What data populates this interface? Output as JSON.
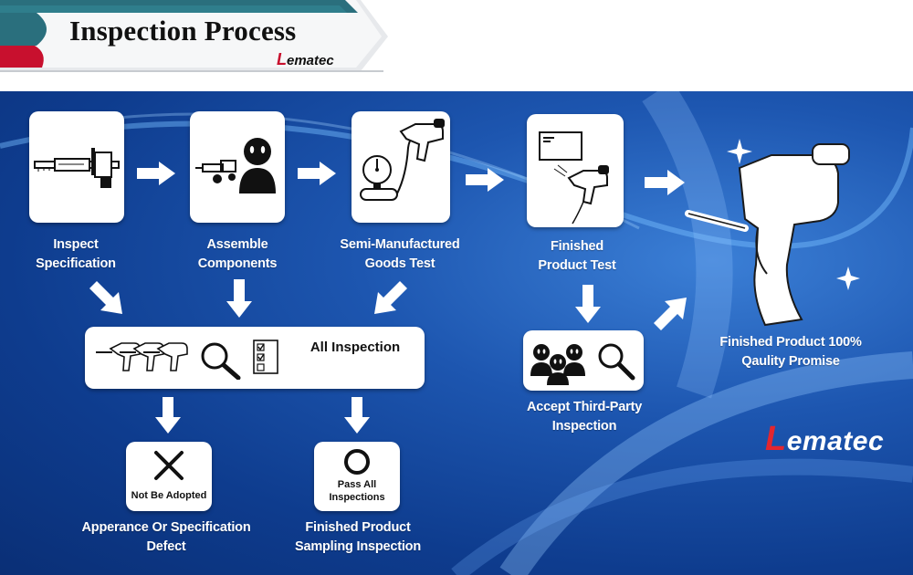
{
  "header": {
    "title": "Inspection Process",
    "brand": "Lematec"
  },
  "steps": {
    "inspect_spec": "Inspect Specification",
    "assemble": "Assemble Components",
    "semi_test": "Semi-Manufactured Goods Test",
    "finished_test": "Finished Product Test",
    "third_party": "Accept Third-Party Inspection",
    "promise": "Finished Product 100% Qaulity Promise",
    "all_inspection": "All Inspection",
    "rejected_card": "Not Be Adopted",
    "passed_card": "Pass All Inspections",
    "defect": "Apperance Or Specification Defect",
    "sampling": "Finished Product Sampling Inspection"
  },
  "colors": {
    "accent_red": "#c8102e",
    "navy": "#0d3a8a",
    "teal": "#2a6f7d"
  },
  "icons": [
    "caliper-icon",
    "spray-gun-icon",
    "person-icon",
    "pressure-gauge-icon",
    "checklist-icon",
    "magnifier-icon",
    "group-icon",
    "x-mark-icon",
    "circle-mark-icon",
    "sparkle-icon"
  ]
}
